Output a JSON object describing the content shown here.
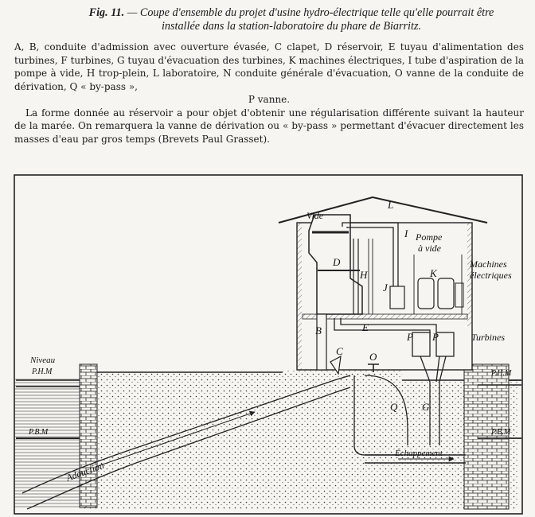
{
  "caption": {
    "fig": "Fig. 11.",
    "text": "— Coupe d'ensemble du projet d'usine hydro-électrique telle qu'elle pourrait être installée dans la station-laboratoire du phare de Biarritz."
  },
  "legend": {
    "keys": "A, B, conduite d'admission avec ouverture évasée, C clapet, D réservoir, E tuyau d'alimentation des turbines, F turbines, G tuyau d'évacuation des turbines, K machines électriques, I tube d'aspiration de la pompe à vide, H trop-plein, L laboratoire, N conduite générale d'évacuation, O vanne de la conduite de dérivation, Q « by-pass »,",
    "keys_end": "P vanne.",
    "note": "La forme donnée au réservoir a pour objet d'obtenir une régularisation différente suivant la hauteur de la marée. On remarquera la vanne de dérivation ou « by-pass » permettant d'évacuer directement les masses d'eau par gros temps (Brevets Paul Grasset)."
  },
  "labels": {
    "vide": "Vide",
    "pompe": "Pompe",
    "a_vide": "à vide",
    "machines": "Machines",
    "electriques": "électriques",
    "turbines": "Turbines",
    "niveau": "Niveau",
    "phm_left": "P.H.M",
    "pbm_left": "P.B.M",
    "phm_right": "P.H.M",
    "pbm_right": "P.B.M",
    "adduction": "Adduction",
    "echappement": "Échappement"
  },
  "letters": {
    "L": "L",
    "I": "I",
    "D": "D",
    "H": "H",
    "J": "J",
    "K": "K",
    "B": "B",
    "E": "E",
    "C": "C",
    "O": "O",
    "P1": "P",
    "P2": "P",
    "Q": "Q",
    "G": "G"
  }
}
